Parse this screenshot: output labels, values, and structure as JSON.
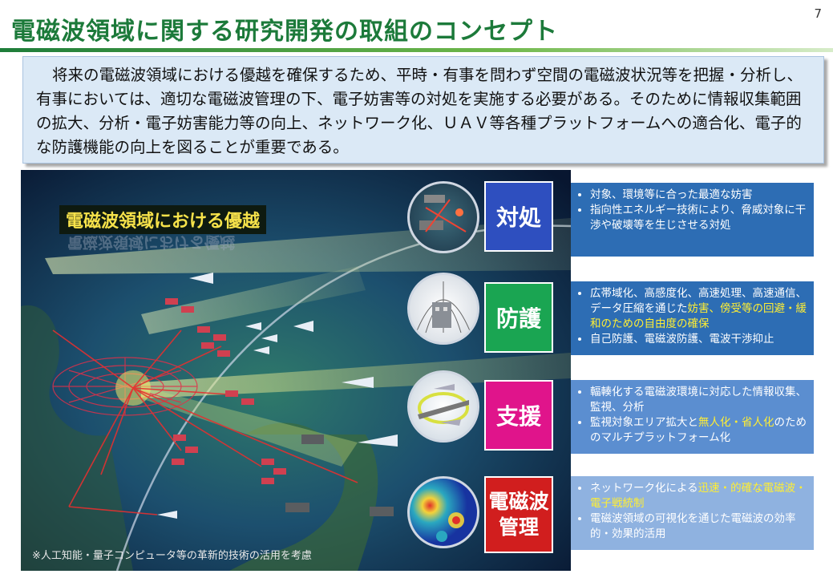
{
  "page": {
    "title": "電磁波領域に関する研究開発の取組のコンセプト",
    "number": "7"
  },
  "intro": {
    "text": "将来の電磁波領域における優越を確保するため、平時・有事を問わず空間の電磁波状況等を把握・分析し、有事においては、適切な電磁波管理の下、電子妨害等の対処を実施する必要がある。そのために情報収集範囲の拡大、分析・電子妨害能力等の向上、ネットワーク化、ＵＡＶ等各種プラットフォームへの適合化、電子的な防護機能の向上を図ることが重要である。"
  },
  "scene": {
    "title": "電磁波領域における優越",
    "footnote": "※人工知能・量子コンピュータ等の革新的技術の活用を考慮"
  },
  "categories": [
    {
      "id": "taisho",
      "label": "対処",
      "color": "#2e4fbf",
      "panel_color": "#2d6db4",
      "bullets": [
        {
          "parts": [
            {
              "text": "対象、環境等に合った最適な妨害",
              "hl": false
            }
          ]
        },
        {
          "parts": [
            {
              "text": "指向性エネルギー技術により、脅威対象に干渉や破壊等を生じさせる対処",
              "hl": false
            }
          ]
        }
      ]
    },
    {
      "id": "bougo",
      "label": "防護",
      "color": "#1aa552",
      "panel_color": "#2d6db4",
      "bullets": [
        {
          "parts": [
            {
              "text": "広帯域化、高感度化、高速処理、高速通信、データ圧縮を通じた",
              "hl": false
            },
            {
              "text": "妨害、傍受等の回避・緩和のための自由度の確保",
              "hl": true
            }
          ]
        },
        {
          "parts": [
            {
              "text": "自己防護、電磁波防護、電波干渉抑止",
              "hl": false
            }
          ]
        }
      ]
    },
    {
      "id": "shien",
      "label": "支援",
      "color": "#e0148b",
      "panel_color": "#5b8ed0",
      "bullets": [
        {
          "parts": [
            {
              "text": "輻輳化する電磁波環境に対応した情報収集、監視、分析",
              "hl": false
            }
          ]
        },
        {
          "parts": [
            {
              "text": "監視対象エリア拡大と",
              "hl": false
            },
            {
              "text": "無人化・省人化",
              "hl": true
            },
            {
              "text": "のためのマルチプラットフォーム化",
              "hl": false
            }
          ]
        }
      ]
    },
    {
      "id": "kanri",
      "label": "電磁波管理",
      "label_lines": [
        "電磁波",
        "管理"
      ],
      "color": "#d11e1e",
      "panel_color": "#8fb2e0",
      "bullets": [
        {
          "parts": [
            {
              "text": "ネットワーク化による",
              "hl": false
            },
            {
              "text": "迅速・的確な電磁波・電子戦統制",
              "hl": true
            }
          ]
        },
        {
          "parts": [
            {
              "text": "電磁波領域の可視化を通じた電磁波の効率的・効果的活用",
              "hl": false
            }
          ]
        }
      ]
    }
  ],
  "icons": [
    "jammer-icon",
    "shelter-icon",
    "uav-icon",
    "heatmap-icon"
  ]
}
